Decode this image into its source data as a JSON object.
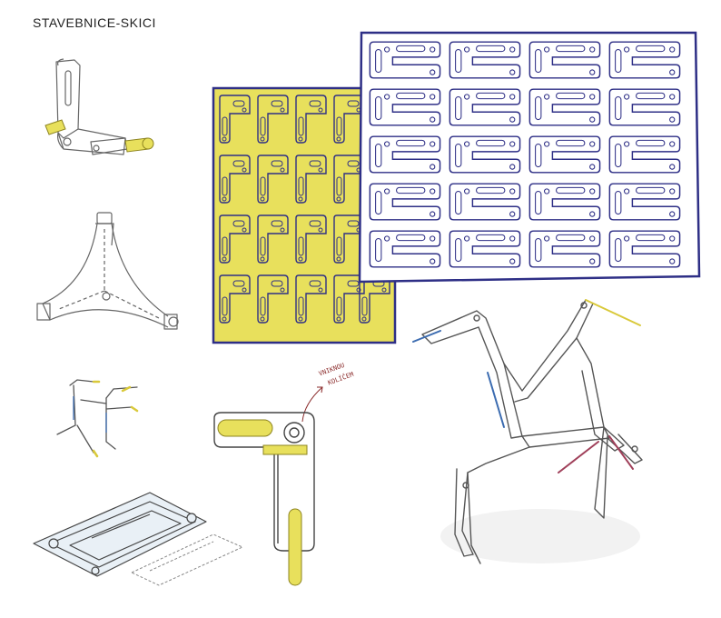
{
  "title": "STAVEBNICE-SKICI",
  "annotation": {
    "line1": "VNIKNOU",
    "line2": "KOLÍČEM"
  },
  "colors": {
    "yellow": "#e8e05c",
    "navy": "#2e2f86",
    "line": "#555555",
    "brown": "#8a2a2a"
  },
  "sketches": [
    "l-joint-sketch",
    "tripod-connector-sketch",
    "small-assembly-sketch",
    "flat-pieces-perspective-sketch",
    "yellow-sheet-pattern",
    "navy-sheet-pattern",
    "l-joint-detail-sketch",
    "large-assembly-sketch"
  ]
}
